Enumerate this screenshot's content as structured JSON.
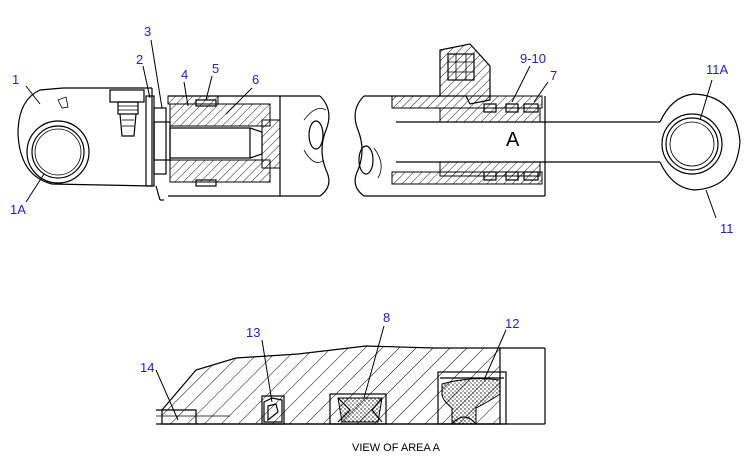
{
  "diagram": {
    "callouts": [
      "1",
      "1A",
      "2",
      "3",
      "4",
      "5",
      "6",
      "7",
      "9-10",
      "11A",
      "11",
      "13",
      "8",
      "12",
      "14"
    ],
    "area_label": "A",
    "caption": "VIEW OF AREA A",
    "colors": {
      "callout_text": "#2222cc",
      "line": "#000000",
      "background": "#ffffff"
    }
  }
}
